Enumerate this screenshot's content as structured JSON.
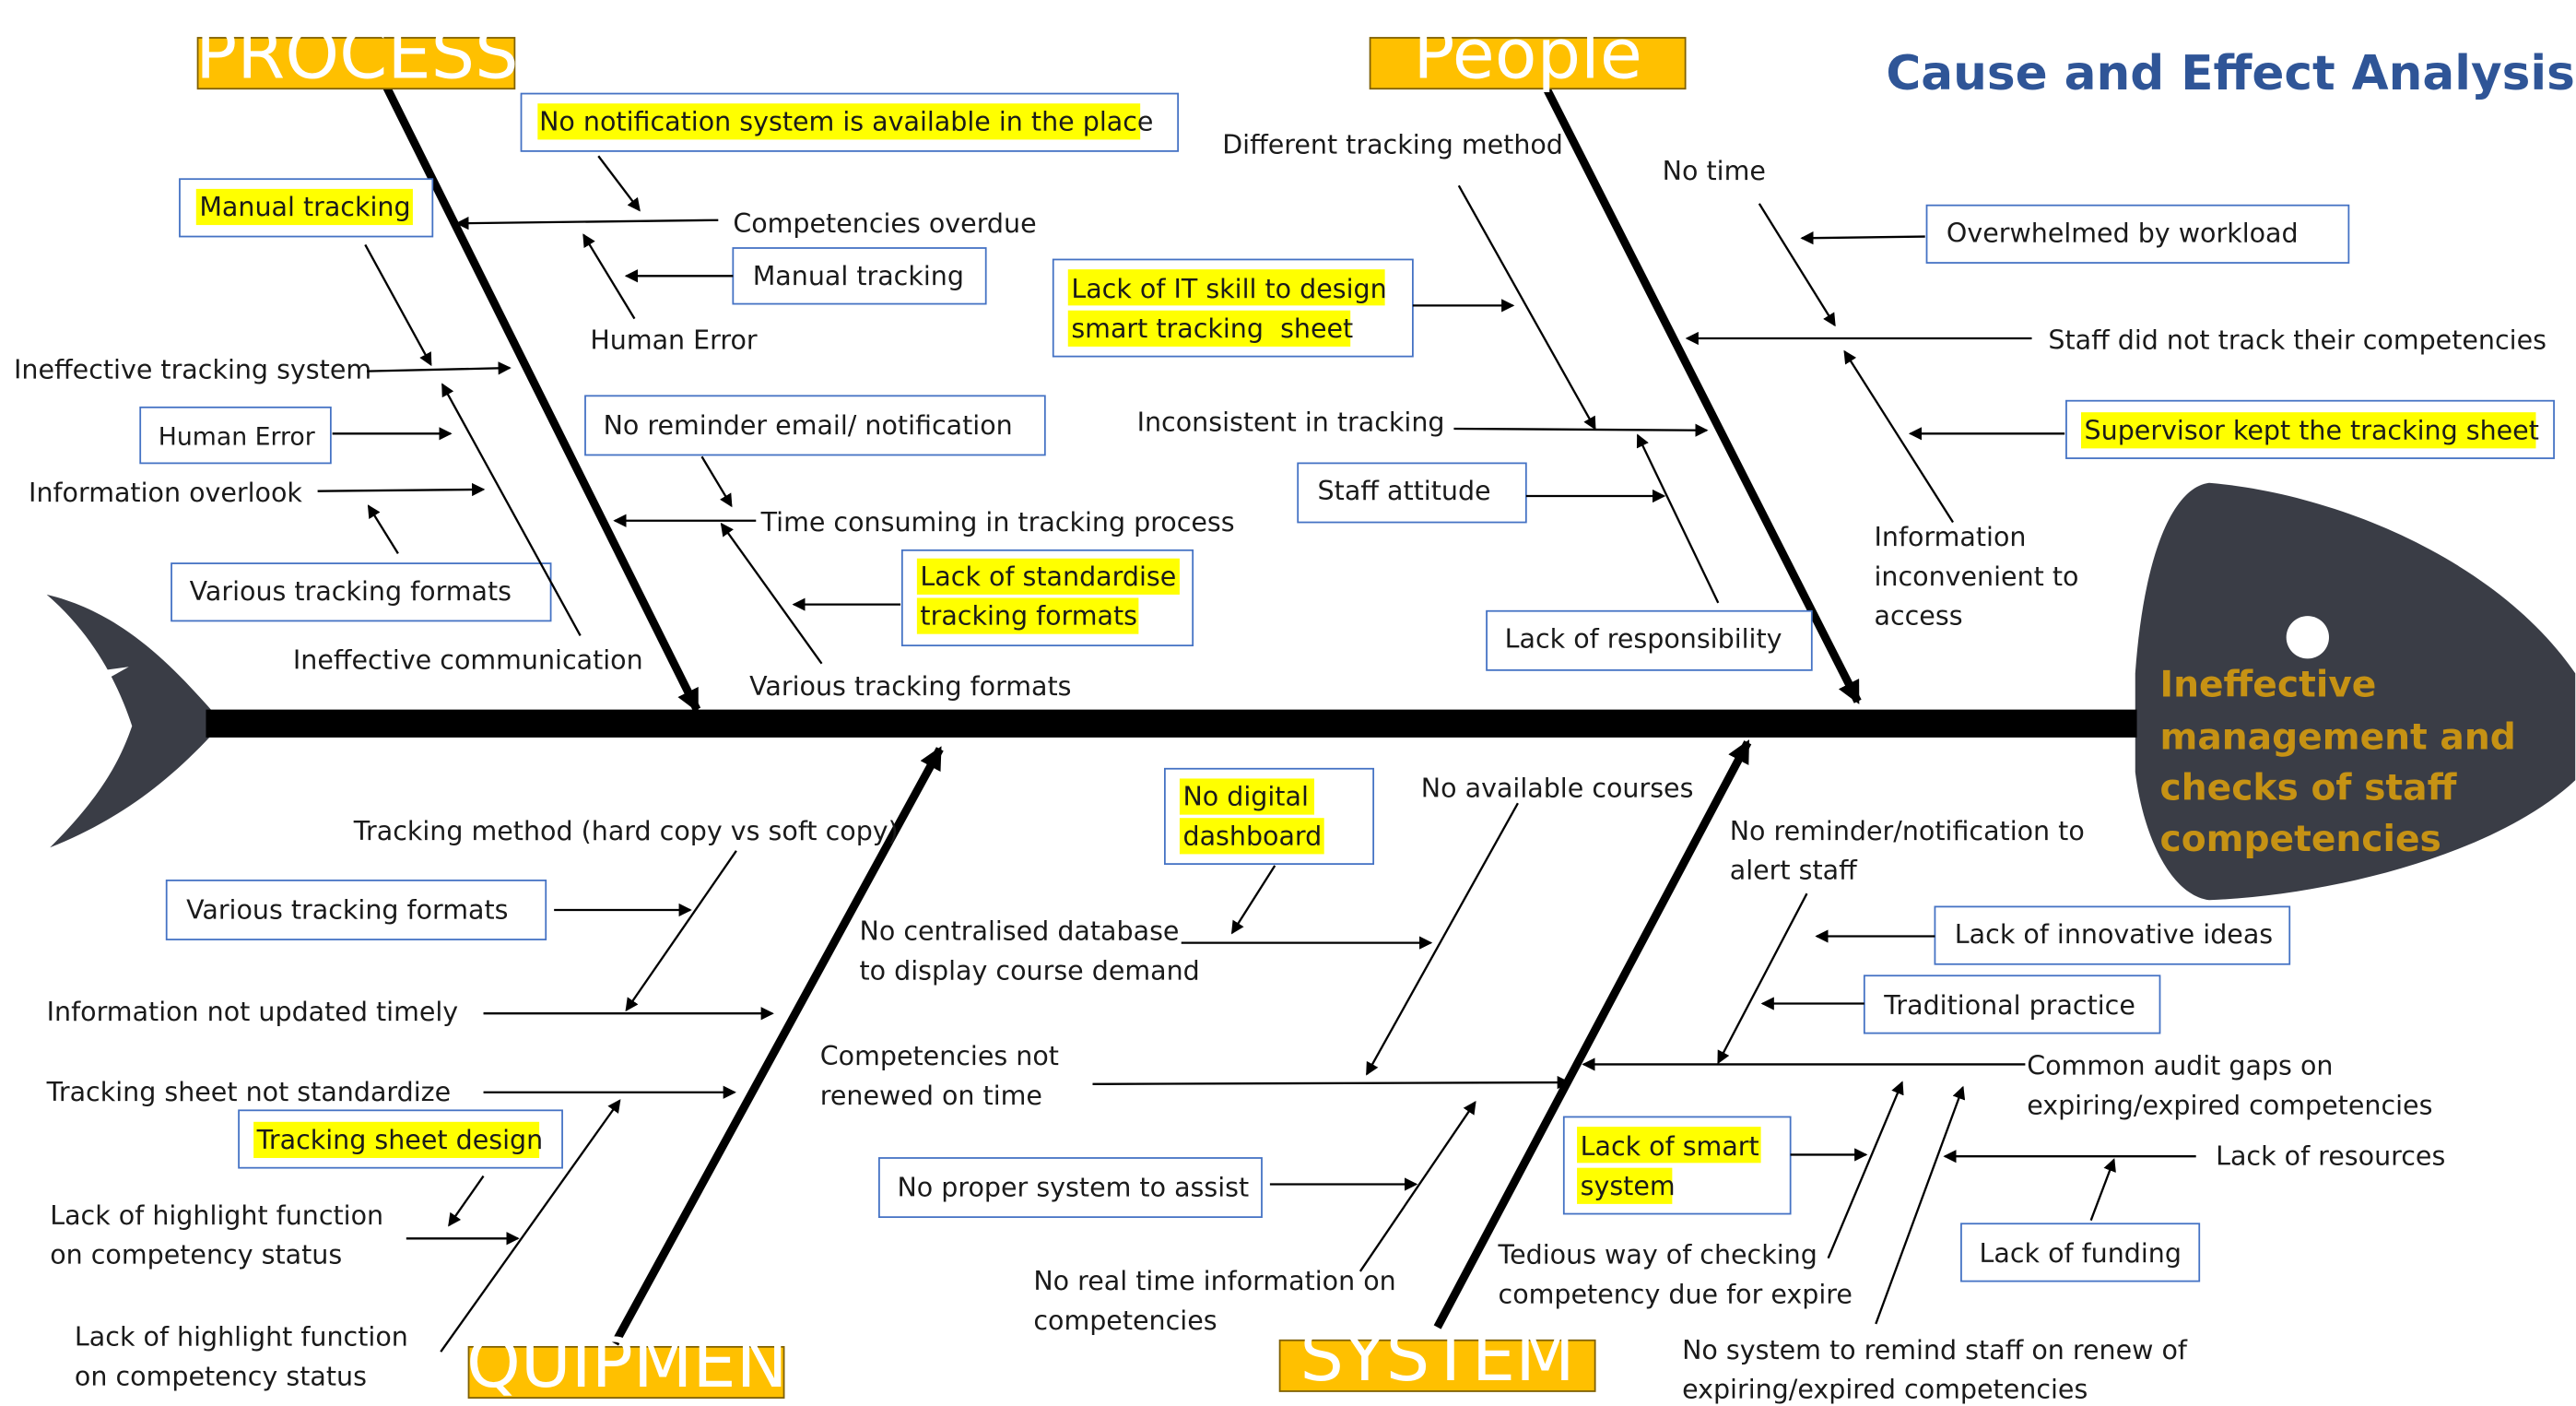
{
  "title": "Cause and Effect Analysis",
  "effect": [
    "Ineffective",
    "management and",
    "checks of staff",
    "competencies"
  ],
  "categories": {
    "process": "PROCESS",
    "people": "People",
    "equipment": "EQUIPMENT",
    "system": "SYSTEM"
  },
  "colors": {
    "category_fill": "#ffc000",
    "highlight": "#ffff00",
    "box_border": "#4472c4",
    "fish_head": "#3a3d46",
    "effect_text": "#c69214",
    "title": "#2f5597"
  },
  "process": {
    "no_notification": "No notification system is available in the place",
    "manual_tracking_box": "Manual tracking",
    "competencies_overdue": "Competencies overdue",
    "manual_tracking": "Manual tracking",
    "human_error_top": "Human Error",
    "ineffective_tracking_system": "Ineffective tracking system",
    "human_error_box": "Human Error",
    "information_overlook": "Information overlook",
    "no_reminder_email": "No reminder email/ notification",
    "time_consuming": "Time consuming in tracking process",
    "lack_standardise": [
      "Lack of standardise",
      "tracking formats"
    ],
    "various_formats_box": "Various tracking formats",
    "ineffective_communication": "Ineffective communication",
    "various_formats_bottom": "Various tracking formats"
  },
  "people": {
    "different_tracking_method": "Different tracking method",
    "no_time": "No time",
    "overwhelmed": "Overwhelmed by workload",
    "lack_it_skill": [
      "Lack of IT skill to design",
      "smart tracking  sheet"
    ],
    "staff_did_not_track": "Staff did not track their competencies",
    "inconsistent_tracking": "Inconsistent in tracking",
    "supervisor_kept": "Supervisor kept the tracking sheet",
    "staff_attitude": "Staff attitude",
    "information_inconvenient": [
      "Information",
      "inconvenient to",
      "access"
    ],
    "lack_of_responsibility": "Lack of responsibility"
  },
  "equipment": {
    "tracking_method": "Tracking method (hard copy vs soft copy)",
    "various_formats": "Various tracking formats",
    "info_not_updated": "Information not updated timely",
    "sheet_not_standardize": "Tracking sheet not standardize",
    "sheet_design": "Tracking sheet design",
    "lack_highlight_1": [
      "Lack of highlight function",
      "on competency status"
    ],
    "lack_highlight_2": [
      "Lack of highlight function",
      "on competency status"
    ]
  },
  "system": {
    "no_digital_dashboard": [
      "No digital",
      "dashboard"
    ],
    "no_available_courses": "No available courses",
    "no_centralised_db": [
      "No centralised database",
      "to display course demand"
    ],
    "competencies_not_renewed": [
      "Competencies not",
      "renewed on time"
    ],
    "no_proper_system": "No proper system to assist",
    "no_real_time": [
      "No real time information on",
      "competencies"
    ],
    "no_reminder_alert": [
      "No reminder/notification to",
      "alert staff"
    ],
    "lack_innovative": "Lack of innovative ideas",
    "traditional_practice": "Traditional practice",
    "common_audit_gaps": [
      "Common audit gaps on",
      "expiring/expired competencies"
    ],
    "lack_smart_system": [
      "Lack of smart",
      "system"
    ],
    "lack_resources": "Lack of resources",
    "lack_funding": "Lack of funding",
    "tedious_way": [
      "Tedious way of checking",
      "competency due for expire"
    ],
    "no_system_remind": [
      "No system to remind staff on renew of",
      "expiring/expired competencies"
    ]
  }
}
